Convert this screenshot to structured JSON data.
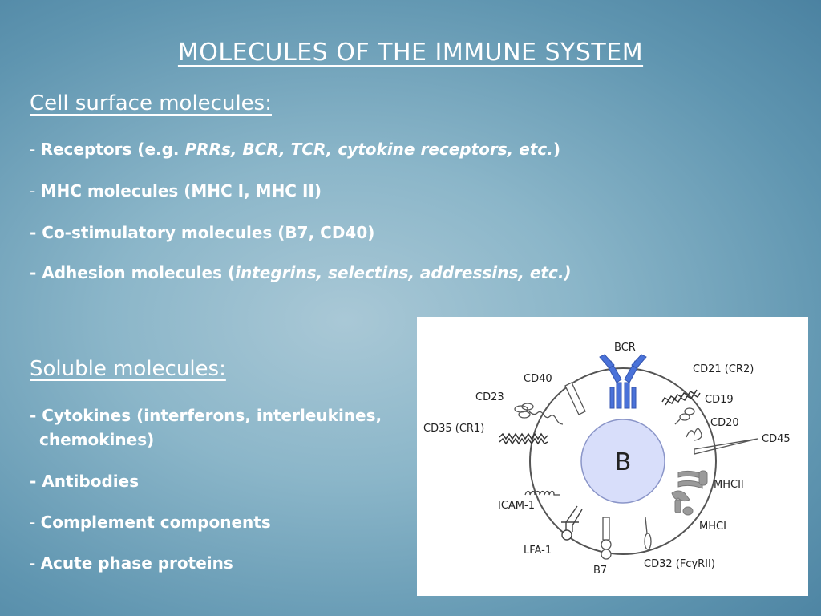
{
  "title": "MOLECULES OF THE IMMUNE SYSTEM",
  "cell_surface": {
    "heading": "Cell surface molecules:",
    "items": [
      {
        "dash": "- ",
        "text": "Receptors (e.g. ",
        "italic": "PRRs, BCR, TCR, cytokine receptors, etc.",
        "tail": ")"
      },
      {
        "dash": "- ",
        "text": "MHC molecules (MHC I, MHC II)"
      },
      {
        "text": "- Co-stimulatory molecules (B7, CD40)"
      },
      {
        "text": "- Adhesion molecules (",
        "italic": "integrins, selectins, addressins, etc.)"
      }
    ]
  },
  "soluble": {
    "heading": "Soluble molecules:",
    "items": [
      {
        "text": "- Cytokines (interferons, interleukines,",
        "line2": "chemokines)"
      },
      {
        "text": "- Antibodies"
      },
      {
        "dash": "- ",
        "text": "Complement components"
      },
      {
        "dash": "- ",
        "text": "Acute phase proteins"
      }
    ]
  },
  "diagram": {
    "center": "B",
    "labels": {
      "bcr": "BCR",
      "cd40": "CD40",
      "cd23": "CD23",
      "cd35": "CD35 (CR1)",
      "icam1": "ICAM-1",
      "lfa1": "LFA-1",
      "b7": "B7",
      "cd32": "CD32 (FcγRII)",
      "mhci": "MHCI",
      "mhcii": "MHCII",
      "cd45": "CD45",
      "cd20": "CD20",
      "cd19": "CD19",
      "cd21": "CD21 (CR2)"
    },
    "colors": {
      "bcr": "#4a72d9",
      "nucleus": "#d8defa",
      "gray": "#9a9a9a"
    }
  }
}
